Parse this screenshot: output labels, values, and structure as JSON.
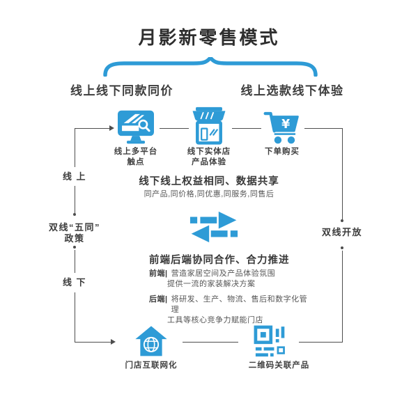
{
  "colors": {
    "brand_blue": "#2E9BD6",
    "line_gray": "#4d4d4d",
    "text_dark": "#3a3a3a"
  },
  "title": "月影新零售模式",
  "branches": {
    "left_heading": "线上线下同款同价",
    "right_heading": "线上选款线下体验"
  },
  "top_flow": [
    {
      "icon": "monitor-search-icon",
      "label_lines": [
        "线上多平台",
        "触点"
      ]
    },
    {
      "icon": "storefront-icon",
      "label_lines": [
        "线下实体店",
        "产品体验"
      ]
    },
    {
      "icon": "cart-yen-icon",
      "label_lines": [
        "下单购买"
      ]
    }
  ],
  "left_rail": {
    "top_label": "线 上",
    "middle_label_line1": "双线“五同”",
    "middle_label_line2": "政策",
    "bottom_label": "线 下"
  },
  "right_rail": {
    "label": "双线开放"
  },
  "center": {
    "heading": "线下线上权益相同、数据共享",
    "subtext": "同产品,同价格,同优惠,同服务,同售后",
    "exchange_icon": "data-exchange-arrows-icon",
    "collab_heading": "前端后端协同合作、合力推进",
    "collab_rows": [
      {
        "label": "前端|",
        "text": "营造家居空间及产品体验氛围"
      },
      {
        "label": "",
        "text": "提供一流的家装解决方案"
      },
      {
        "label": "后端|",
        "text": "将研发、生产、物流、售后和数字化管理"
      },
      {
        "label": "",
        "text": "工具等核心竞争力赋能门店"
      }
    ]
  },
  "bottom_flow": [
    {
      "icon": "house-globe-icon",
      "label_lines": [
        "门店互联网化"
      ]
    },
    {
      "icon": "qr-code-icon",
      "label_lines": [
        "二维码关联产品"
      ]
    }
  ]
}
